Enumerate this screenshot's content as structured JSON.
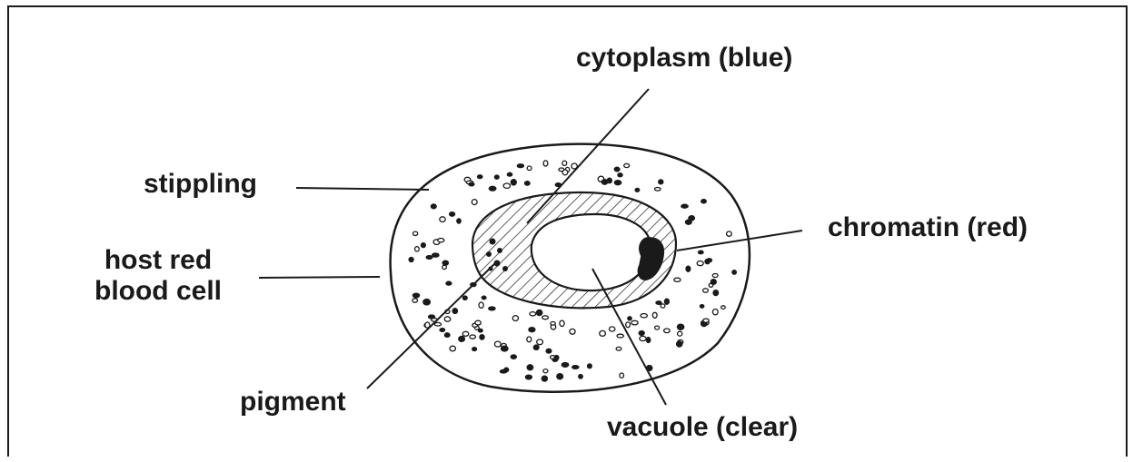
{
  "labels": {
    "cytoplasm": "cytoplasm (blue)",
    "stippling": "stippling",
    "host_line1": "host red",
    "host_line2": "blood cell",
    "chromatin": "chromatin (red)",
    "pigment": "pigment",
    "vacuole": "vacuole (clear)"
  },
  "colors": {
    "ink": "#1a1a1a",
    "background": "#ffffff"
  }
}
